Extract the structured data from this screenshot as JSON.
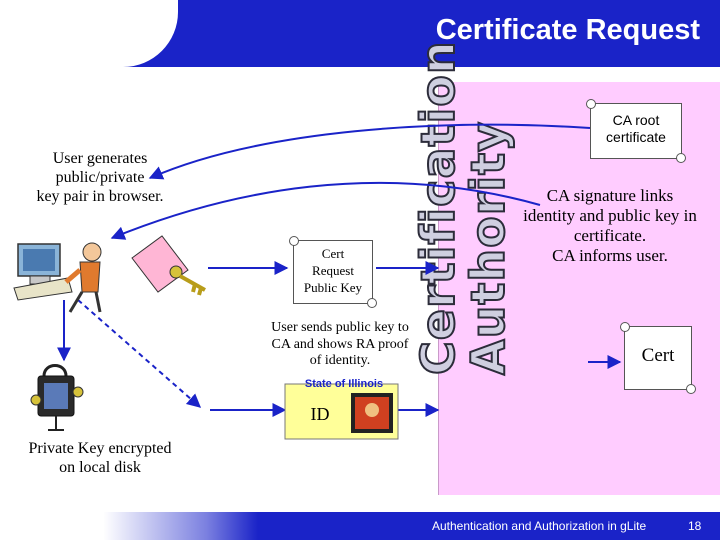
{
  "header": {
    "title": "Certificate Request"
  },
  "diagram": {
    "user_generates": [
      "User generates",
      "public/private",
      "key pair in browser."
    ],
    "cert_request": [
      "Cert",
      "Request",
      "Public Key"
    ],
    "ca_root": [
      "CA root",
      "certificate"
    ],
    "ca_signature": [
      "CA signature links",
      "identity and public key in",
      "certificate.",
      "CA informs user."
    ],
    "user_sends": [
      "User sends public key to",
      "CA and shows RA proof",
      "of identity."
    ],
    "id_label": "ID",
    "state_of_illinois": "State of Illinois",
    "cert": "Cert",
    "private_key": [
      "Private Key encrypted",
      "on local disk"
    ],
    "ca_vertical": [
      "Certification",
      "Authority"
    ]
  },
  "footer": {
    "text": "Authentication and Authorization in gLite",
    "page": "18"
  },
  "colors": {
    "header_blue": "#1a23c8",
    "ca_pink": "#ffccff",
    "id_card_yellow": "#ffff99"
  }
}
